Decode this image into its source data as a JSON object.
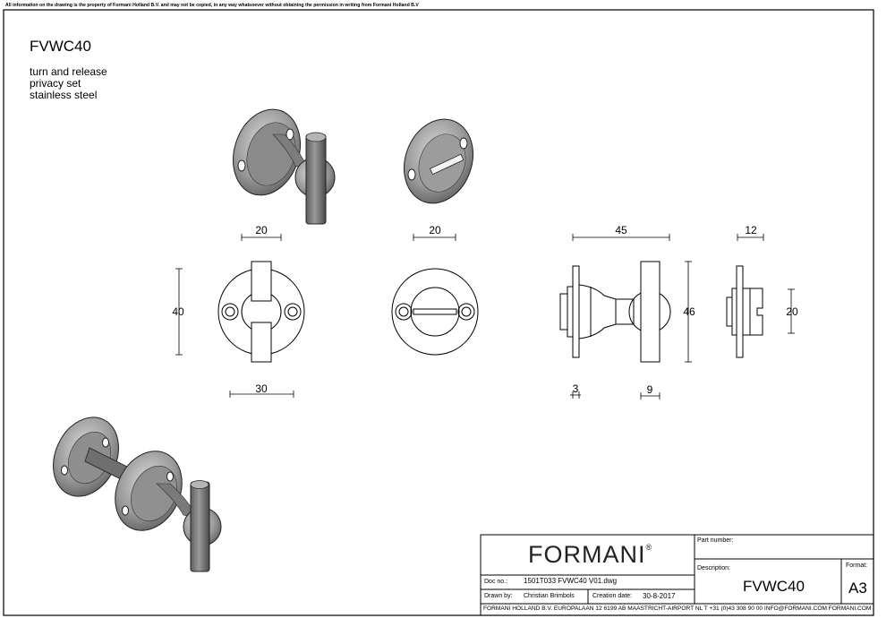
{
  "notice": "All information on the drawing is the property of Formani Holland B.V. and may not be copied, in any way whatsoever without obtaining the permission in writing from Formani Holland B.V",
  "product": {
    "code": "FVWC40",
    "lines": [
      "turn and release",
      "privacy set",
      "stainless steel"
    ]
  },
  "dimensions": {
    "front_width": "20",
    "back_width": "20",
    "side_length": "45",
    "edge_width": "12",
    "front_height": "40",
    "rose_diameter": "30",
    "side_height": "46",
    "edge_height": "20",
    "rose_thickness": "3",
    "handle_thickness": "9"
  },
  "title_block": {
    "logo": "FORMANI",
    "logo_mark": "®",
    "doc_label": "Doc no.:",
    "doc_value": "1501T033 FVWC40 V01.dwg",
    "drawn_label": "Drawn by:",
    "drawn_value": "Christian Brimbols",
    "creation_label": "Creation date:",
    "creation_value": "30-8-2017",
    "part_label": "Part number:",
    "description_label": "Description:",
    "description_value": "FVWC40",
    "format_label": "Format:",
    "format_value": "A3",
    "footer": "FORMANI HOLLAND B.V.  EUROPALAAN 12  6199 AB MAASTRICHT-AIRPORT NL  T +31 (0)43 308 90 00 INFO@FORMANI.COM FORMANI.COM"
  }
}
